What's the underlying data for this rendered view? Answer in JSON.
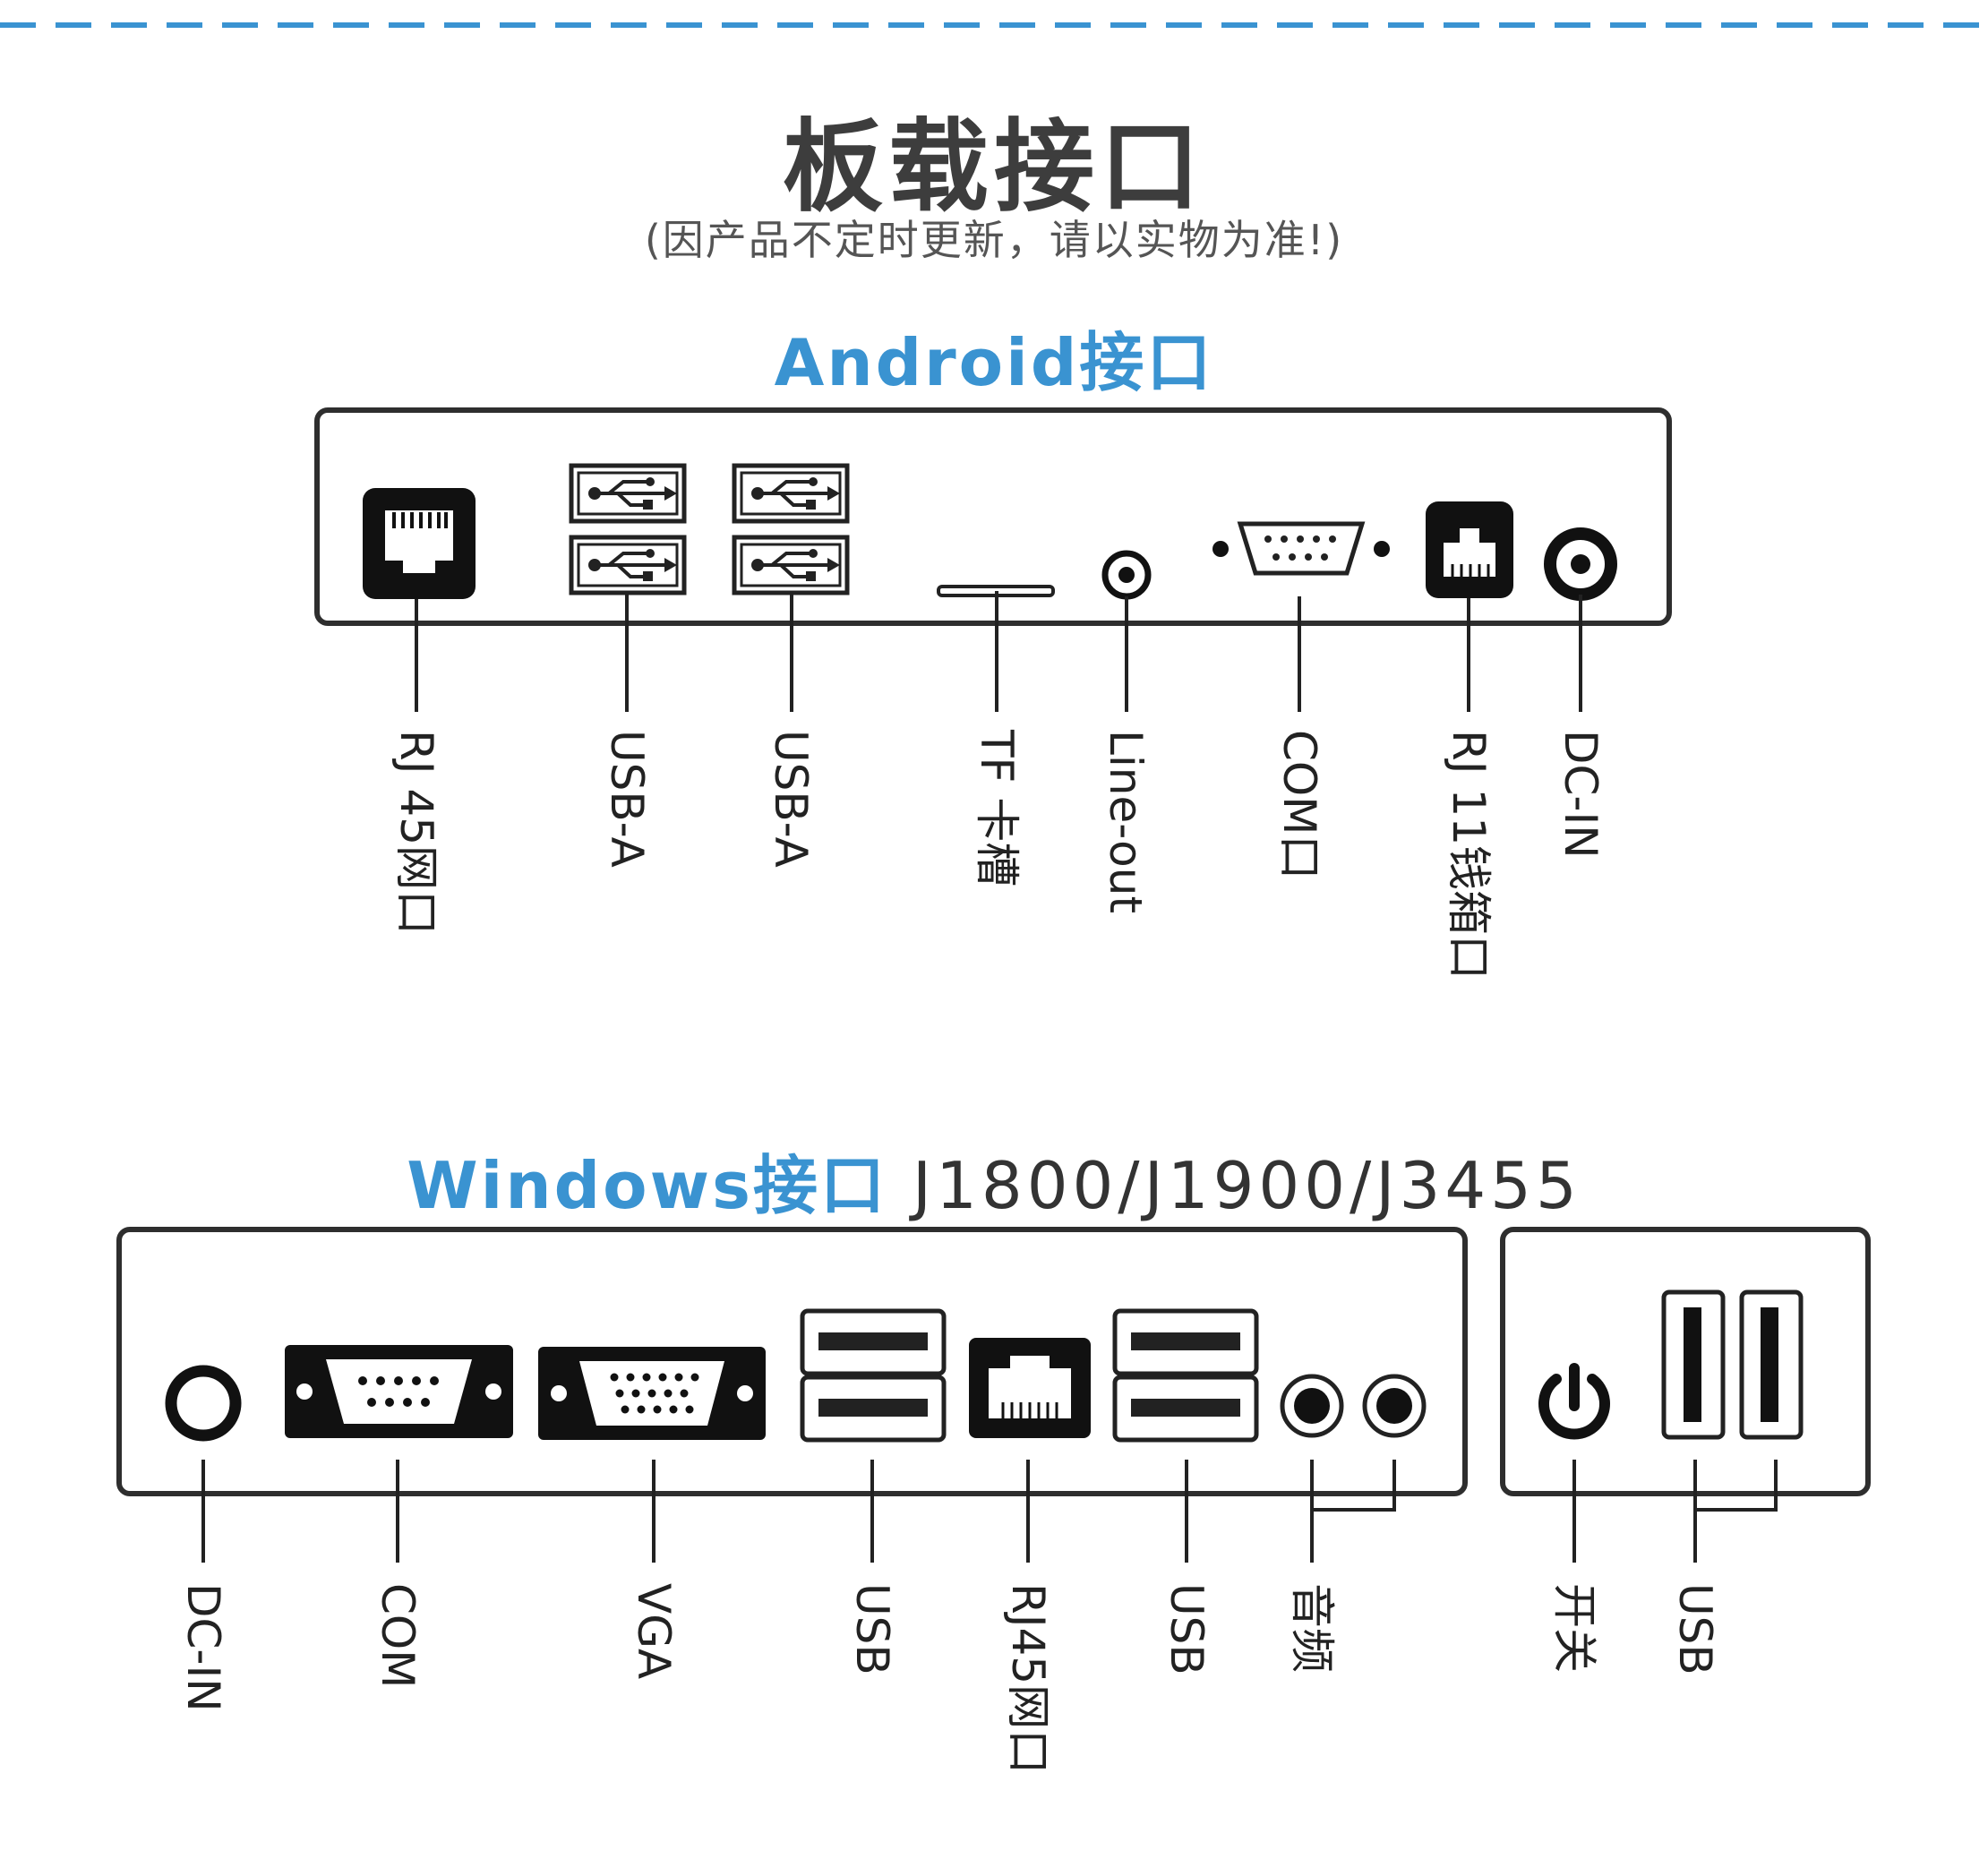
{
  "header": {
    "title": "板载接口",
    "subtitle": "(因产品不定时更新，请以实物为准!)"
  },
  "android": {
    "title": "Android接口",
    "labels": {
      "rj45": "RJ 45网口",
      "usb_a_1": "USB-A",
      "usb_a_2": "USB-A",
      "tf": "TF 卡槽",
      "line_out": "Line-out",
      "com": "COM口",
      "rj11": "RJ 11钱箱口",
      "dc_in": "DC-IN"
    }
  },
  "windows": {
    "title": "Windows接口",
    "models": " J1800/J1900/J3455",
    "labels": {
      "dc_in": "DC-IN",
      "com": "COM",
      "vga": "VGA",
      "usb_1": "USB",
      "rj45": "RJ45网口",
      "usb_2": "USB",
      "audio": "音频",
      "power": "开关",
      "usb_side": "USB"
    }
  },
  "colors": {
    "accent": "#3a93d1",
    "line": "#222222",
    "dashed": "#3a93d1"
  },
  "icons": [
    "rj45-icon",
    "usb-a-icon",
    "tf-slot-icon",
    "audio-jack-icon",
    "db9-icon",
    "rj11-icon",
    "dc-jack-icon",
    "vga-icon",
    "power-icon",
    "usb-vertical-icon"
  ]
}
